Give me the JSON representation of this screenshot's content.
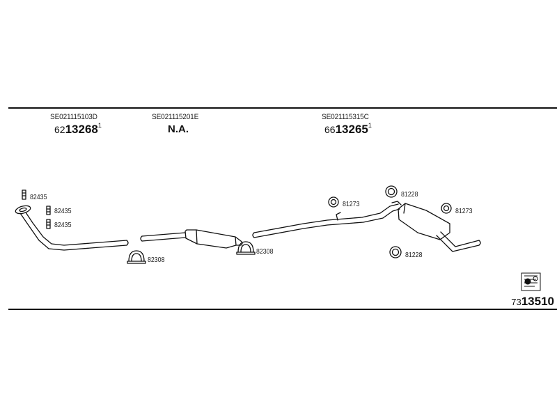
{
  "sections": [
    {
      "code": "SE021115103D",
      "prefix": "62",
      "number": "13268",
      "superscript": "1"
    },
    {
      "code": "SE021115201E",
      "na": "N.A."
    },
    {
      "code": "SE021115315C",
      "prefix": "66",
      "number": "13265",
      "superscript": "1"
    }
  ],
  "parts": {
    "bolt_1": "82435",
    "bolt_2": "82435",
    "bolt_3": "82435",
    "clamp_1": "82308",
    "clamp_2": "82308",
    "hanger_1": "81273",
    "hanger_2": "81273",
    "ring_1": "81228",
    "ring_2": "81228"
  },
  "reference": {
    "prefix": "73",
    "number": "13510"
  },
  "icons": {
    "catalog": "catalog-book-icon"
  }
}
